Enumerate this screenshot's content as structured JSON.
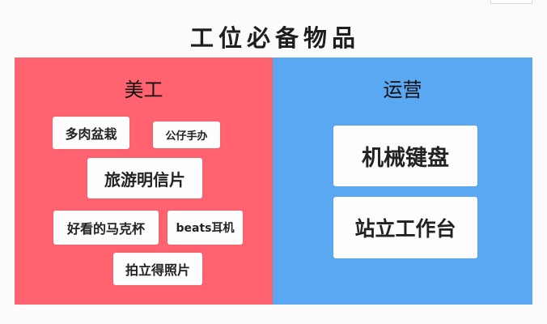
{
  "title": "工位必备物品",
  "colors": {
    "left_panel": "#ff6370",
    "right_panel": "#5ba8f2",
    "card": "#fdfdfd",
    "text": "#222222"
  },
  "left_panel": {
    "heading": "美工",
    "items": [
      {
        "label": "多肉盆栽"
      },
      {
        "label": "公仔手办"
      },
      {
        "label": "旅游明信片"
      },
      {
        "label": "好看的马克杯"
      },
      {
        "label": "beats耳机"
      },
      {
        "label": "拍立得照片"
      }
    ]
  },
  "right_panel": {
    "heading": "运营",
    "items": [
      {
        "label": "机械键盘"
      },
      {
        "label": "站立工作台"
      }
    ]
  }
}
